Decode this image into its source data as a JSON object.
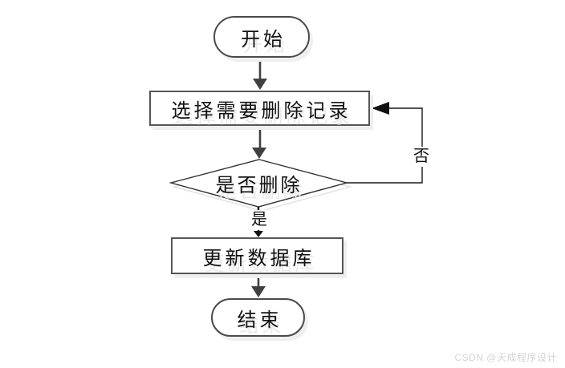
{
  "flowchart": {
    "title": "delete-record-flowchart",
    "nodes": [
      {
        "id": "start",
        "type": "terminator",
        "label": "开始"
      },
      {
        "id": "select",
        "type": "process",
        "label": "选择需要删除记录"
      },
      {
        "id": "decision",
        "type": "decision",
        "label": "是否删除"
      },
      {
        "id": "update",
        "type": "process",
        "label": "更新数据库"
      },
      {
        "id": "end",
        "type": "terminator",
        "label": "结束"
      }
    ],
    "edges": [
      {
        "from": "start",
        "to": "select",
        "label": ""
      },
      {
        "from": "select",
        "to": "decision",
        "label": ""
      },
      {
        "from": "decision",
        "to": "update",
        "label": "是"
      },
      {
        "from": "decision",
        "to": "select",
        "label": "否"
      },
      {
        "from": "update",
        "to": "end",
        "label": ""
      }
    ]
  },
  "watermark": {
    "text": "CSDN @天成程序设计"
  },
  "colors": {
    "background": "#ffffff",
    "shape_border": "#4f4f4f",
    "thick_arrow": "#404040",
    "thin_line": "#1a1a1a",
    "ghost_shadow": "#e9e9e9",
    "watermark_text": "#d4d4d4"
  }
}
